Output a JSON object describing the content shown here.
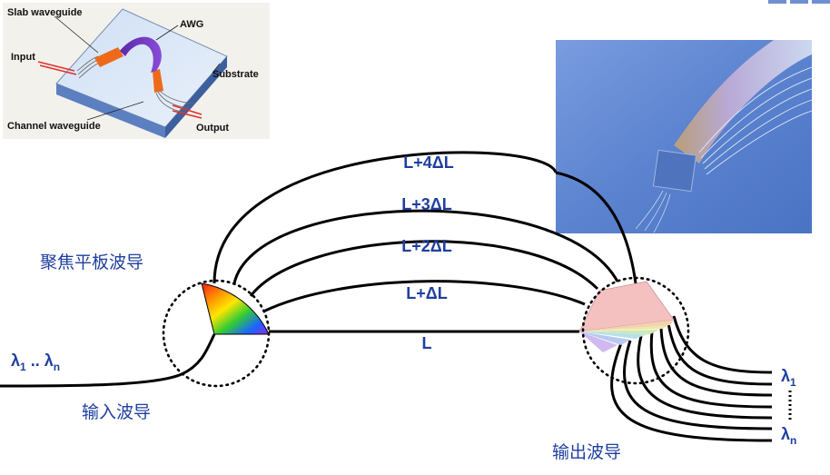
{
  "inset_schematic": {
    "labels": {
      "slab": "Slab waveguide",
      "awg": "AWG",
      "input": "Input",
      "substrate": "Substrate",
      "channel": "Channel waveguide",
      "output": "Output"
    }
  },
  "arms": [
    {
      "label": "L+4ΔL"
    },
    {
      "label": "L+3ΔL"
    },
    {
      "label": "L+2ΔL"
    },
    {
      "label": "L+ΔL"
    },
    {
      "label": "L"
    }
  ],
  "labels": {
    "focusing_slab": "聚焦平板波导",
    "input_wg": "输入波导",
    "output_wg": "输出波导",
    "input_lambda_main": "λ",
    "input_lambda_sub1": "1",
    "input_lambda_dots": " .. ",
    "input_lambda_main2": "λ",
    "input_lambda_subn": "n",
    "out_lambda_1_main": "λ",
    "out_lambda_1_sub": "1",
    "out_lambda_n_main": "λ",
    "out_lambda_n_sub": "n"
  },
  "colors": {
    "text_blue": "#1f3fa0",
    "waveguide": "#000000",
    "photo_bg": "#5b83cf",
    "slab_pink": "#f5c0c0"
  }
}
